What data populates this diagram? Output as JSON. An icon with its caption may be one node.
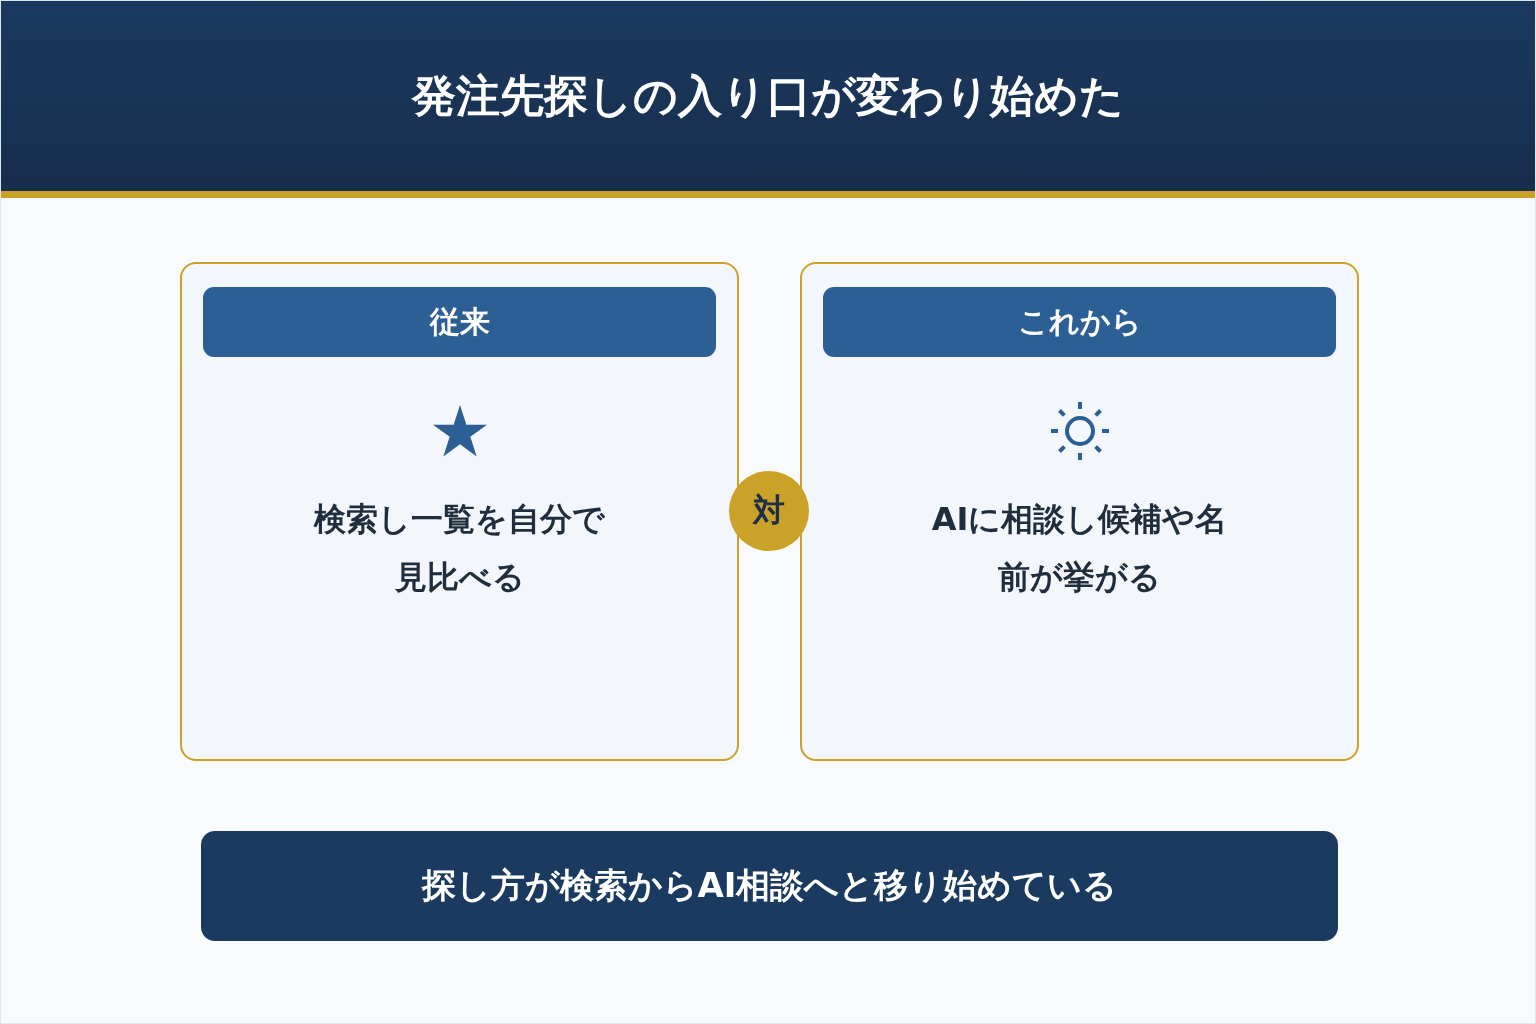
{
  "diagram": {
    "title": "発注先探しの入り口が変わり始めた",
    "nodes": [
      {
        "text": [
          "検索し一覧を自分で見比べる"
        ]
      },
      {
        "text": [
          "従来"
        ],
        "in": 0
      },
      {
        "text": [
          "対"
        ]
      },
      {
        "text": [
          "AIに相談し候補や名前が挙がる"
        ]
      },
      {
        "text": [
          "これから"
        ],
        "in": 3
      },
      {
        "text": [
          "探し方が検索からAI相談へと移り始めている"
        ]
      }
    ]
  }
}
